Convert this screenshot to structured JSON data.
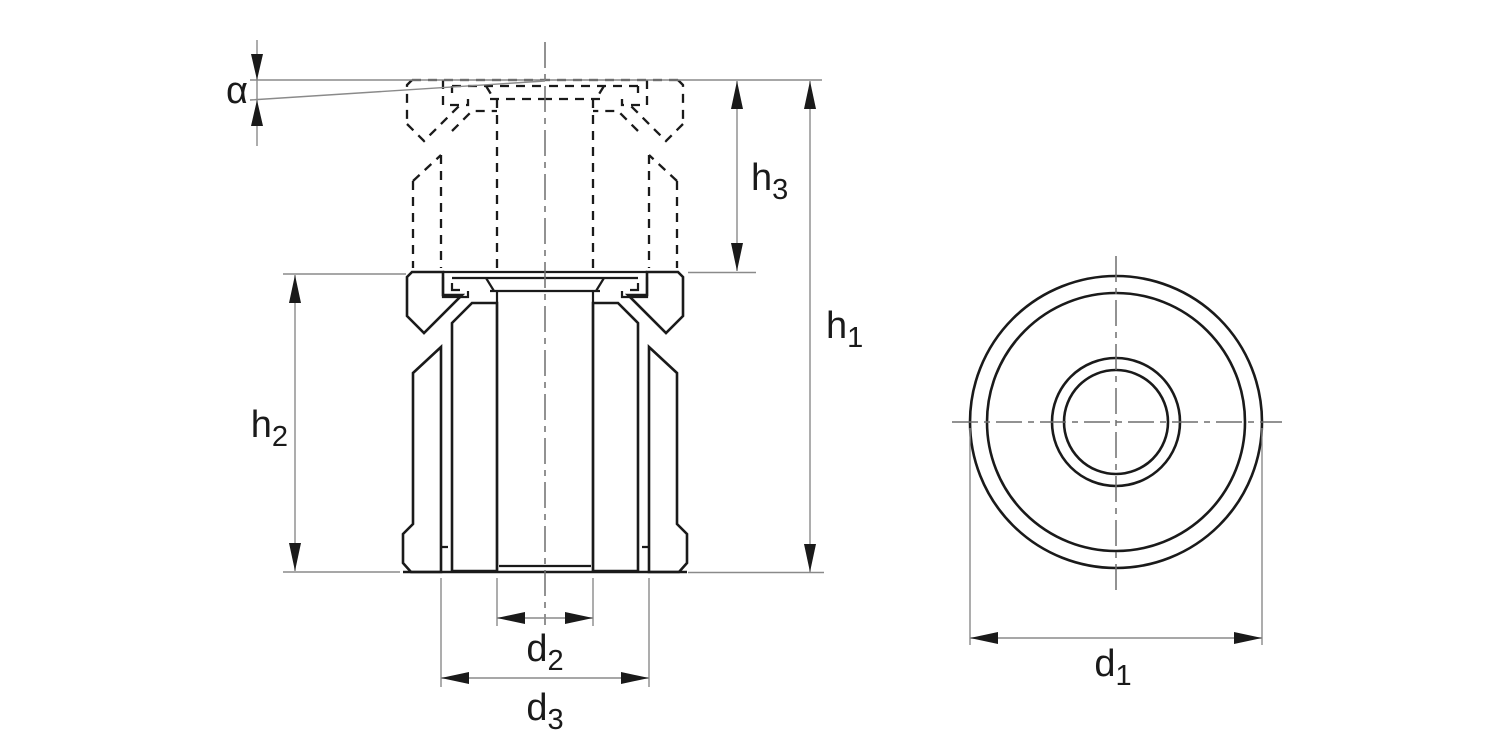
{
  "drawing": {
    "type": "engineering-section-drawing",
    "views": {
      "front": "sectioned front view of expandable insert (compressed solid outline, expanded position dashed)",
      "top": "top view with concentric circles"
    },
    "labels": {
      "alpha": "α",
      "h1": {
        "base": "h",
        "sub": "1"
      },
      "h2": {
        "base": "h",
        "sub": "2"
      },
      "h3": {
        "base": "h",
        "sub": "3"
      },
      "d1": {
        "base": "d",
        "sub": "1"
      },
      "d2": {
        "base": "d",
        "sub": "2"
      },
      "d3": {
        "base": "d",
        "sub": "3"
      }
    },
    "colors": {
      "line": "#1a1a1a",
      "dimension_line": "#8a8a8a",
      "center_line": "#6e6e6e",
      "background": "#ffffff"
    }
  }
}
